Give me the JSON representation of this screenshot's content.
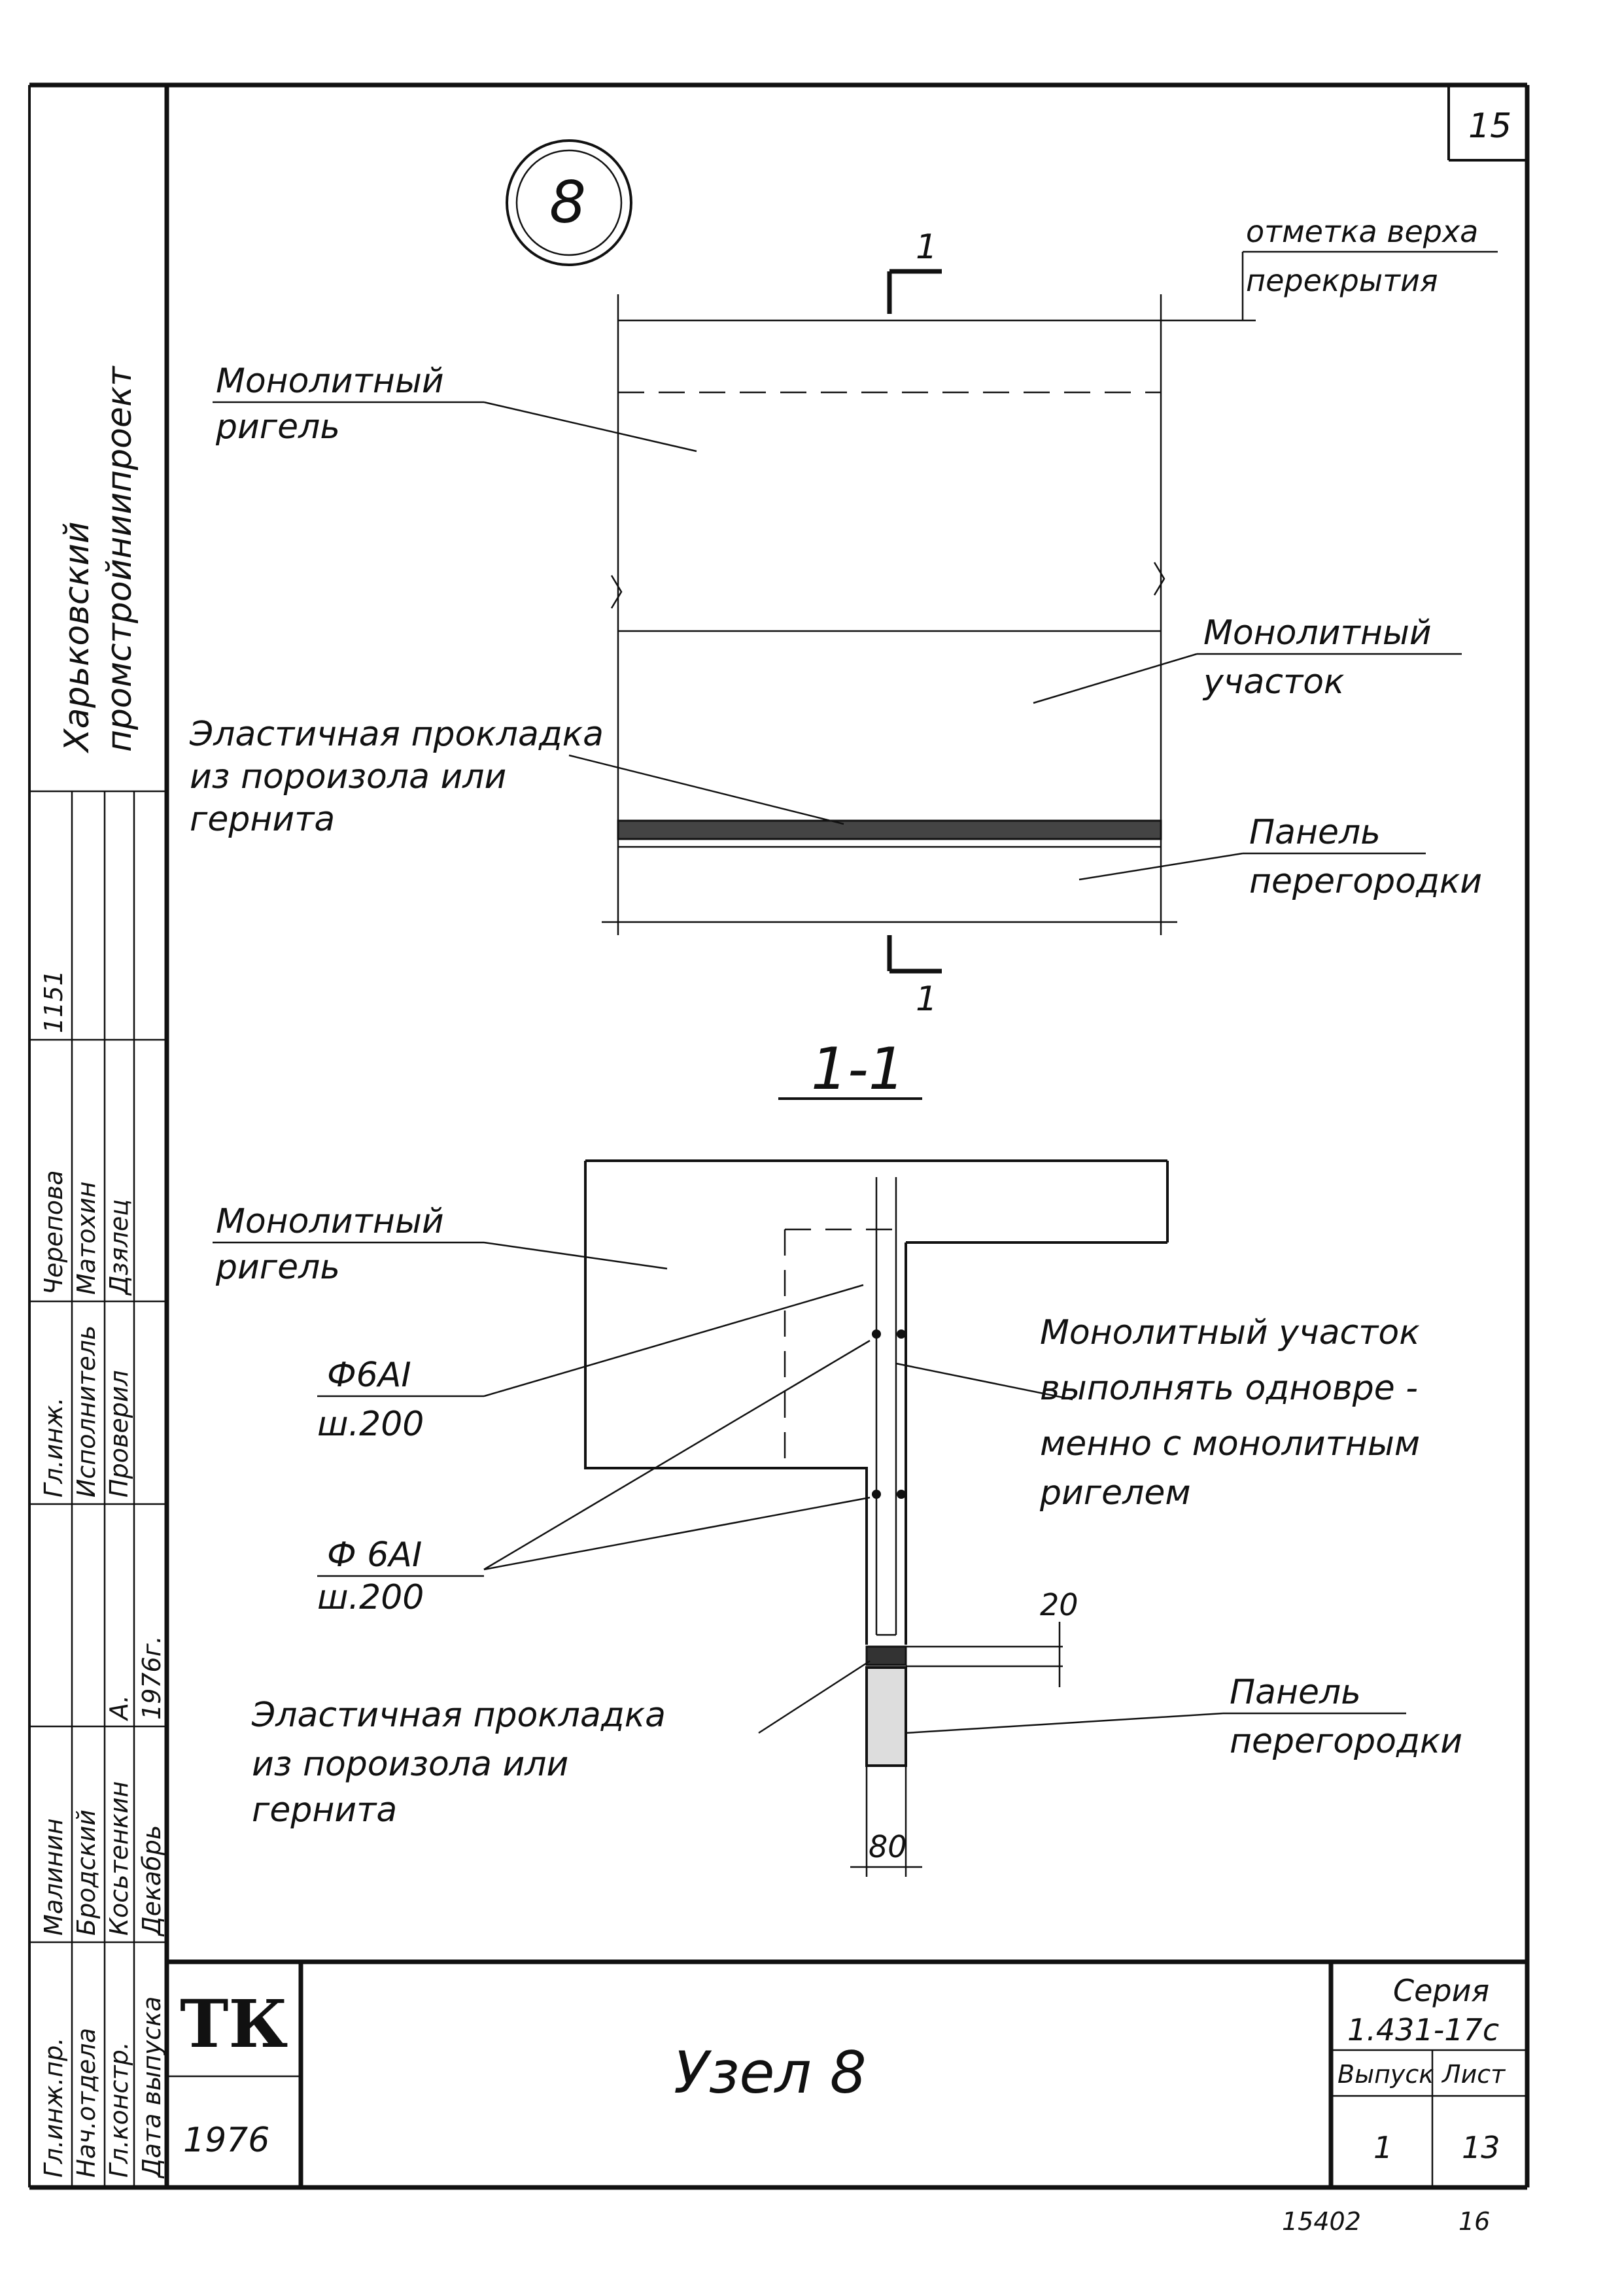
{
  "sheet": {
    "corner_number": "15",
    "node_number": "8",
    "section_mark": "1",
    "section_title": "1-1",
    "bottom_stamp_left": "15402",
    "bottom_stamp_right": "16"
  },
  "plan": {
    "elevation_note": [
      "отметка верха",
      "перекрытия"
    ],
    "label_riegel": [
      "Монолитный",
      "ригель"
    ],
    "label_monolith_zone": [
      "Монолитный",
      "участок"
    ],
    "label_gasket": [
      "Эластичная прокладка",
      "из порoизола   или",
      "гернита"
    ],
    "label_panel": [
      "Панель",
      "перегородки"
    ]
  },
  "section": {
    "label_riegel": [
      "Монолитный",
      "ригель"
    ],
    "rebar_1": [
      "Ф6АI",
      "ш.200"
    ],
    "rebar_2": [
      "Ф 6АI",
      "ш.200"
    ],
    "note": [
      "Монолитный участок",
      "выполнять одновре -",
      "менно с монолитным",
      "ригелем"
    ],
    "dim_gap": "20",
    "dim_width": "80",
    "label_gasket": [
      "Эластичная прокладка",
      "из поpoизола   или",
      "гернита"
    ],
    "label_panel": [
      "Панель",
      "перегородки"
    ]
  },
  "title_block": {
    "logo": "ТК",
    "year": "1976",
    "title": "Узел 8",
    "series_label": "Серия",
    "series_code": "1.431-17с",
    "issue_label": "Выпуск",
    "sheet_label": "Лист",
    "issue_value": "1",
    "sheet_value": "13"
  },
  "side_stamp": {
    "org_line1": "Харьковский",
    "org_line2": "промстройниипроект",
    "row1": [
      "Гл.инж.пр.",
      "Малинин",
      "",
      "Гл.инж.",
      "Черепова",
      "1151"
    ],
    "row2": [
      "Нач.отдела",
      "Бродский",
      "",
      "Исполнитель",
      "Матохин",
      ""
    ],
    "row3": [
      "Гл.констр.",
      "Косьтенкин",
      "А.",
      "Проверил",
      "Дзялец",
      ""
    ],
    "row4": [
      "Дата выпуска",
      "Декабрь",
      "1976г.",
      "",
      "",
      ""
    ]
  }
}
